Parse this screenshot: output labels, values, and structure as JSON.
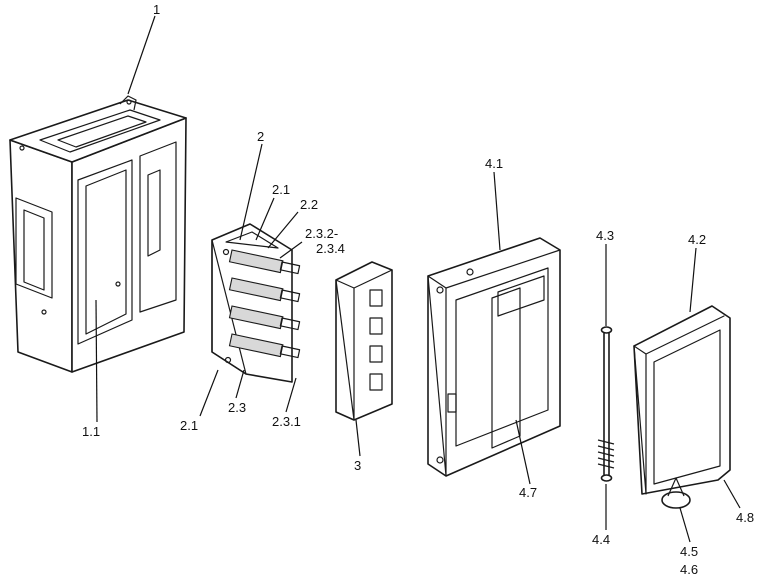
{
  "diagram": {
    "labels": {
      "l1": "1",
      "l1_1": "1.1",
      "l2": "2",
      "l2_1a": "2.1",
      "l2_2": "2.2",
      "l2_3_2a": "2.3.2-",
      "l2_3_2b": "2.3.4",
      "l2_1b": "2.1",
      "l2_3": "2.3",
      "l2_3_1": "2.3.1",
      "l3": "3",
      "l4_1": "4.1",
      "l4_7": "4.7",
      "l4_3": "4.3",
      "l4_4": "4.4",
      "l4_2": "4.2",
      "l4_8": "4.8",
      "l4_5": "4.5",
      "l4_6": "4.6"
    },
    "colors": {
      "ink": "#111111",
      "background": "#ffffff",
      "shade": "#d8d8d8"
    }
  }
}
